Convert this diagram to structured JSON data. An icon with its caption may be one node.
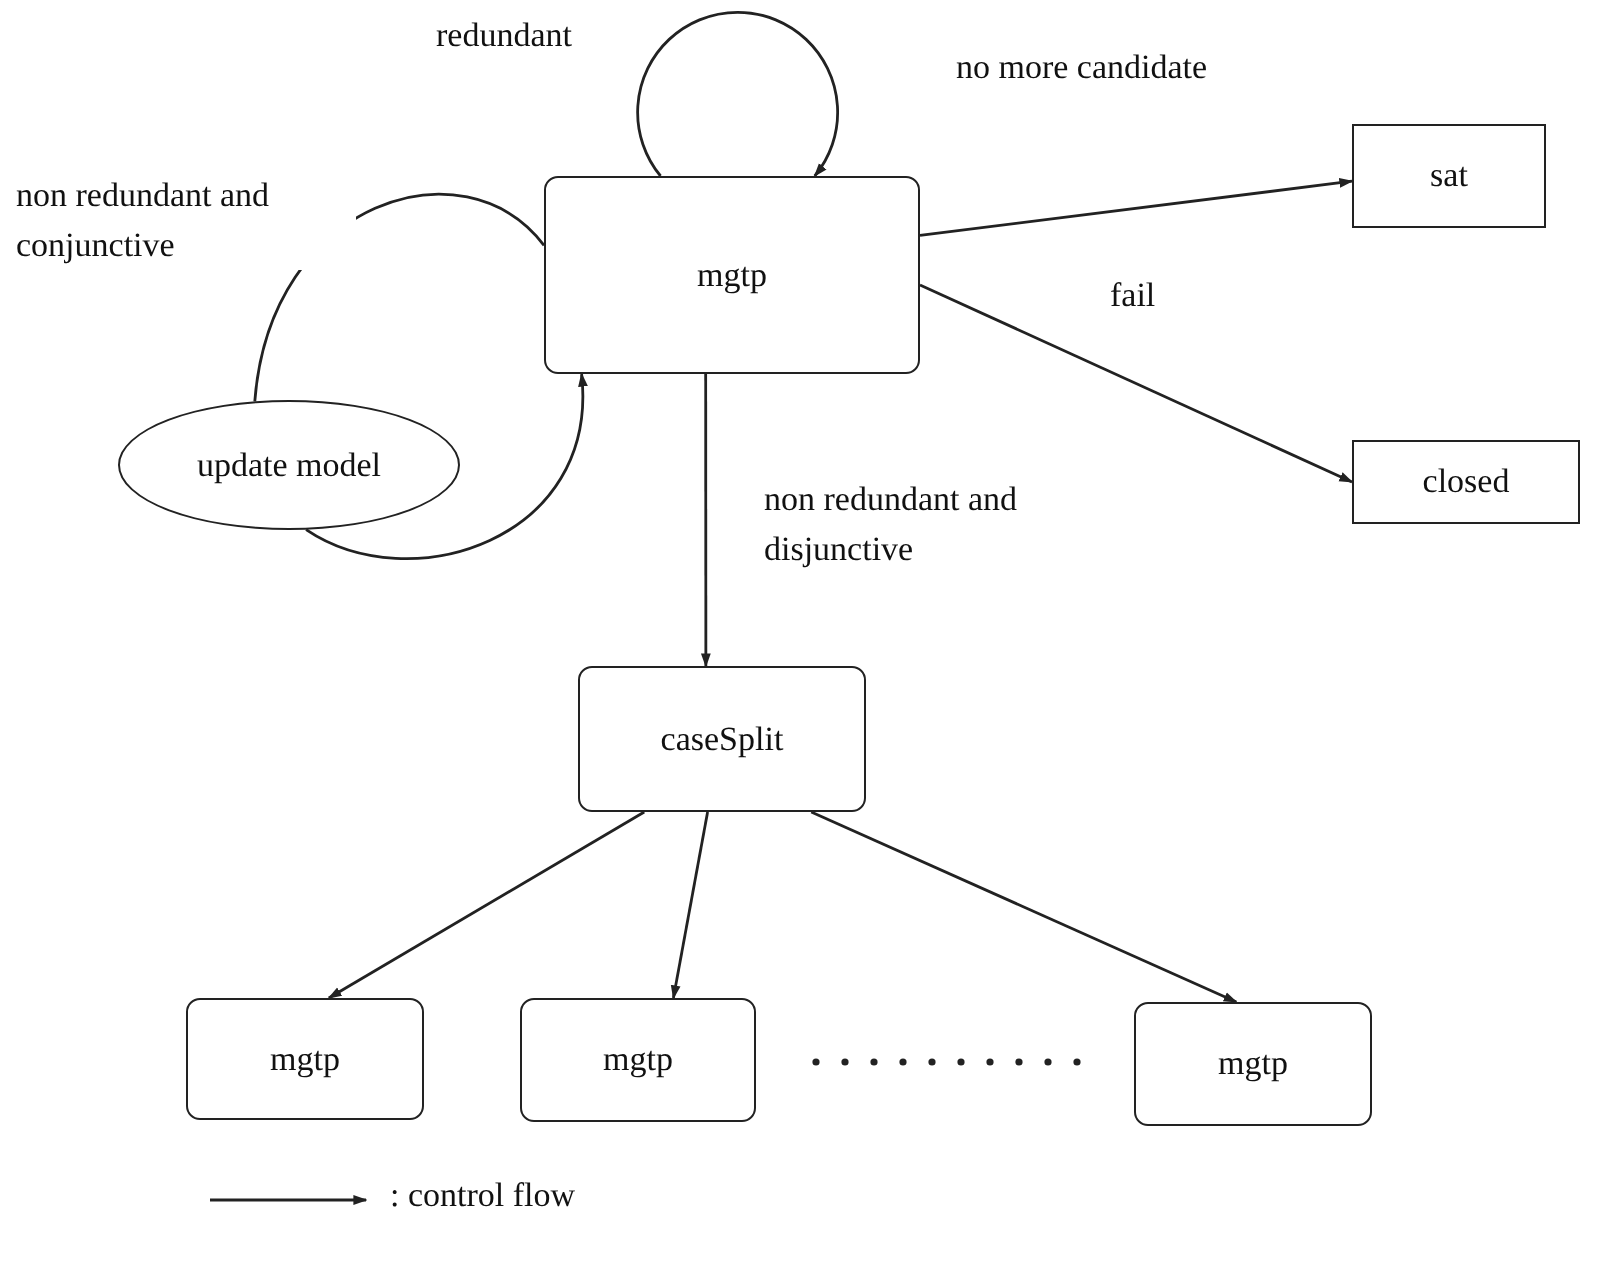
{
  "diagram": {
    "nodes": [
      {
        "text": [
          "mgtp"
        ]
      },
      {
        "text": [
          "sat"
        ]
      },
      {
        "text": [
          "closed"
        ]
      },
      {
        "text": [
          "update model"
        ]
      },
      {
        "text": [
          "caseSplit"
        ]
      },
      {
        "text": [
          "mgtp"
        ]
      },
      {
        "text": [
          "mgtp"
        ]
      },
      {
        "text": [
          "mgtp"
        ]
      }
    ],
    "edges": [
      {
        "from": 0,
        "to": 0,
        "arrow": "to",
        "label": "redundant"
      },
      {
        "from": 0,
        "to": 1,
        "arrow": "to",
        "label": "no more candidate"
      },
      {
        "from": 0,
        "to": 2,
        "arrow": "to",
        "label": "fail"
      },
      {
        "from": 0,
        "to": 3,
        "arrow": "none",
        "label": "non redundant and conjunctive"
      },
      {
        "from": 3,
        "to": 0,
        "arrow": "to"
      },
      {
        "from": 0,
        "to": 4,
        "arrow": "to",
        "label": "non redundant and disjunctive"
      },
      {
        "from": 4,
        "to": 5,
        "arrow": "to"
      },
      {
        "from": 4,
        "to": 6,
        "arrow": "to"
      },
      {
        "from": 4,
        "to": 7,
        "arrow": "to"
      }
    ],
    "legend": [
      {
        "text": ": control flow"
      }
    ]
  }
}
